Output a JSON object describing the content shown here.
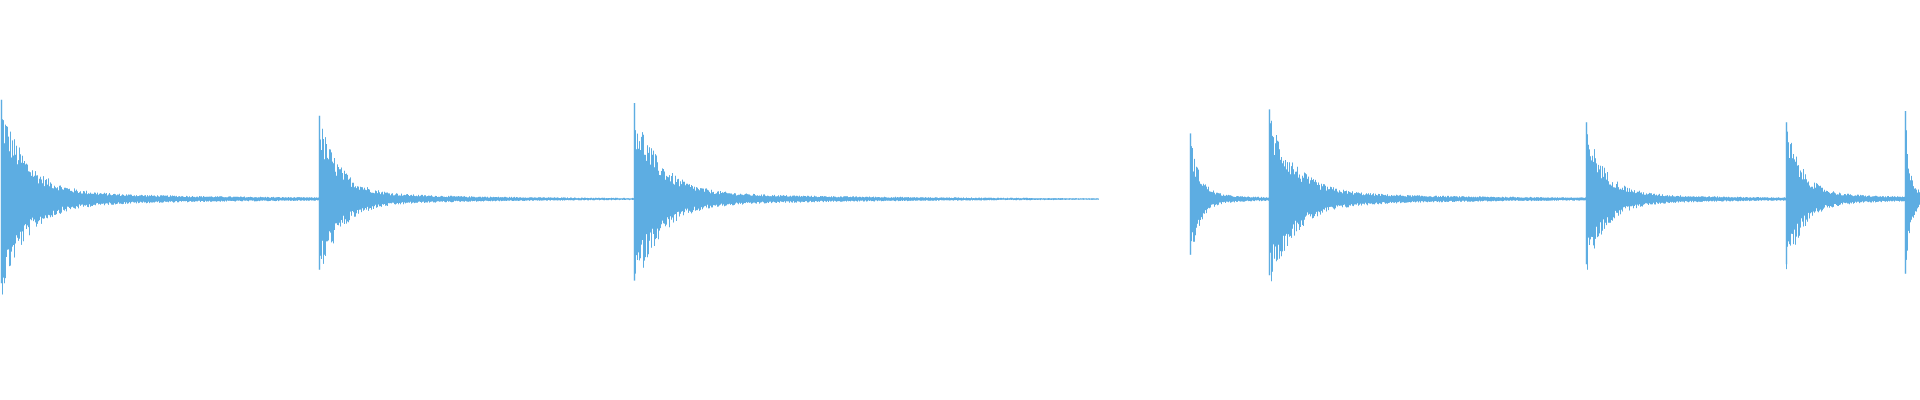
{
  "waveform": {
    "color": "#5dade2",
    "background": "#ffffff",
    "duration_fraction_visible": 1.0,
    "onsets": [
      {
        "time": 0.0005,
        "peak": 0.62,
        "decay": 0.11
      },
      {
        "time": 0.166,
        "peak": 0.52,
        "decay": 0.09
      },
      {
        "time": 0.33,
        "peak": 0.6,
        "decay": 0.11
      },
      {
        "time": 0.62,
        "peak": 0.41,
        "decay": 0.04
      },
      {
        "time": 0.661,
        "peak": 0.56,
        "decay": 0.11
      },
      {
        "time": 0.826,
        "peak": 0.48,
        "decay": 0.08
      },
      {
        "time": 0.93,
        "peak": 0.48,
        "decay": 0.07
      },
      {
        "time": 0.992,
        "peak": 0.55,
        "decay": 0.02
      }
    ]
  }
}
